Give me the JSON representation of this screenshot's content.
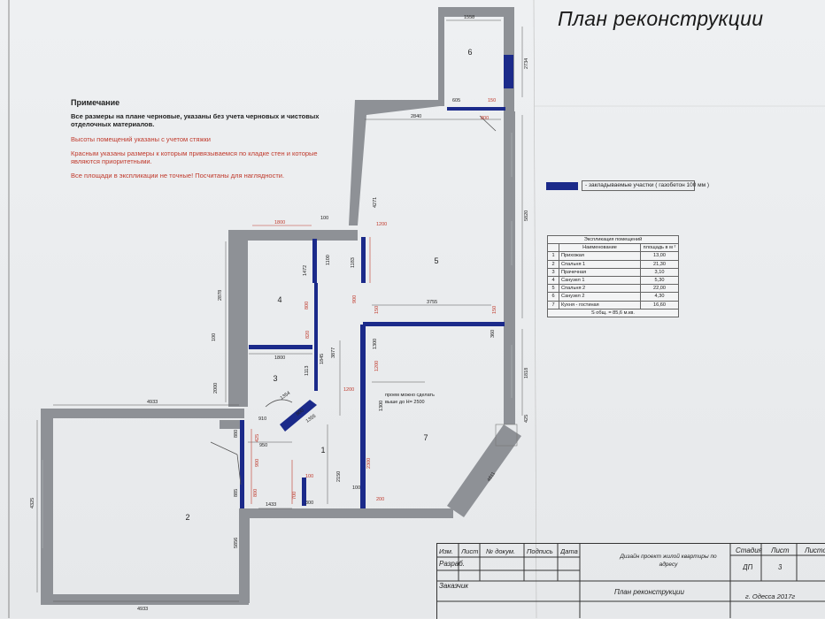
{
  "title": "План реконструкции",
  "notes": {
    "heading": "Примечание",
    "line1": "Все размеры на плане черновые, указаны без учета черновых и чистовых отделочных материалов.",
    "line2": "Высоты помещений указаны с учетом стяжки",
    "line3": "Красным указаны размеры к которым привязываемся по кладке стен и которые являются приоритетными.",
    "line4": "Все площади в экспликации не точные! Посчитаны для наглядности."
  },
  "legend": {
    "text": "- закладываемые участки ( газобетон 100 мм )",
    "color": "#1b2a8a"
  },
  "explication": {
    "caption": "Экспликация помещений",
    "col_name": "Наименование",
    "col_area": "площадь в м ²",
    "rows": [
      {
        "n": "1",
        "name": "Прихожая",
        "area": "13,00"
      },
      {
        "n": "2",
        "name": "Спальня 1",
        "area": "21,30"
      },
      {
        "n": "3",
        "name": "Прачечная",
        "area": "3,10"
      },
      {
        "n": "4",
        "name": "Санузел 1",
        "area": "5,30"
      },
      {
        "n": "5",
        "name": "Спальня 2",
        "area": "22,00"
      },
      {
        "n": "6",
        "name": "Санузел 2",
        "area": "4,30"
      },
      {
        "n": "7",
        "name": "Кухня - гостиная",
        "area": "16,60"
      }
    ],
    "total": "S общ. = 85,6 м.кв."
  },
  "stamp": {
    "izm": "Изм.",
    "list": "Лист",
    "doc": "№ докум.",
    "sign": "Подпись",
    "date": "Дата",
    "razrab": "Разраб.",
    "zakazchik": "Заказчик",
    "project": "Дизайн проект жилой квартиры по адресу",
    "sheet_title": "План реконструкции",
    "stage_h": "Стадия",
    "list_h": "Лист",
    "lists_h": "Листов",
    "stage": "ДП",
    "list_no": "3",
    "city": "г. Одесса 2017г"
  },
  "rooms": [
    "1",
    "2",
    "3",
    "4",
    "5",
    "6",
    "7"
  ],
  "dims": {
    "d1558": "1558",
    "d2734": "2734",
    "d605": "605",
    "d150": "150",
    "d800": "800",
    "d2840": "2840",
    "d4271": "4271",
    "d5820": "5820",
    "d1800a": "1800",
    "d100a": "100",
    "d1200a": "1200",
    "d1100": "1100",
    "d1183": "1183",
    "d1472": "1472",
    "d2878": "2878",
    "d800b": "800",
    "d900": "900",
    "d150b": "150",
    "d3755": "3755",
    "d150c": "150",
    "d360": "360",
    "d1300": "1300",
    "d100b": "100",
    "d820": "820",
    "d3877": "3877",
    "d1845": "1845",
    "d1800b": "1800",
    "d1113": "1113",
    "d2000": "2000",
    "d1200b": "1200",
    "d1818": "1818",
    "d1354": "1354",
    "d800c": "800",
    "d1355": "1355",
    "d910": "910",
    "d425": "425",
    "d4933a": "4933",
    "d950": "950",
    "d880": "880",
    "d900b": "900",
    "d2150": "2150",
    "d2300": "2300",
    "d4811": "4811",
    "d4325": "4325",
    "d885": "885",
    "d800d": "800",
    "d700": "700",
    "d100c": "100",
    "d1433": "1433",
    "d300": "300",
    "d200": "200",
    "d100d": "100",
    "d5856": "5856",
    "d4933b": "4933",
    "d1300b": "1300",
    "d1200c": "1200"
  },
  "annotation": "проем можно сделать выше до H= 2500"
}
